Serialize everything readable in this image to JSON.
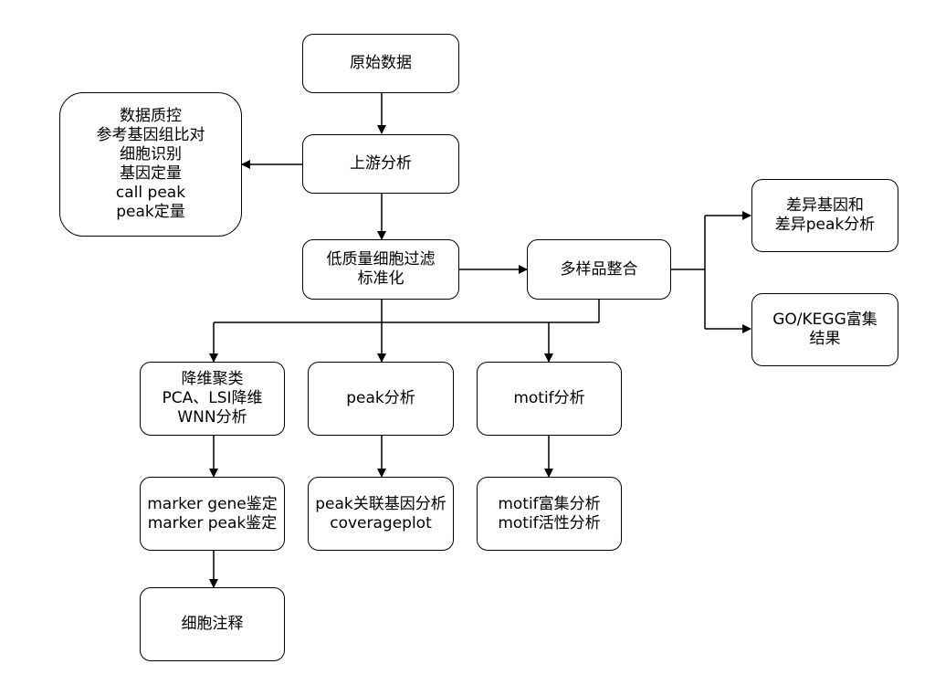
{
  "nodes": {
    "raw": [
      "原始数据"
    ],
    "upstream_detail": [
      "数据质控",
      "参考基因组比对",
      "细胞识别",
      "基因定量",
      "call peak",
      "peak定量"
    ],
    "upstream": [
      "上游分析"
    ],
    "filter": [
      "低质量细胞过滤",
      "标准化"
    ],
    "integrate": [
      "多样品整合"
    ],
    "diff": [
      "差异基因和",
      "差异peak分析"
    ],
    "go": [
      "GO/KEGG富集",
      "结果"
    ],
    "dimred": [
      "降维聚类",
      "PCA、LSI降维",
      "WNN分析"
    ],
    "peak": [
      "peak分析"
    ],
    "motif": [
      "motif分析"
    ],
    "marker": [
      "marker gene鉴定",
      "marker peak鉴定"
    ],
    "peak_assoc": [
      "peak关联基因分析",
      "coverageplot"
    ],
    "motif_enrich": [
      "motif富集分析",
      "motif活性分析"
    ],
    "annotation": [
      "细胞注释"
    ]
  }
}
